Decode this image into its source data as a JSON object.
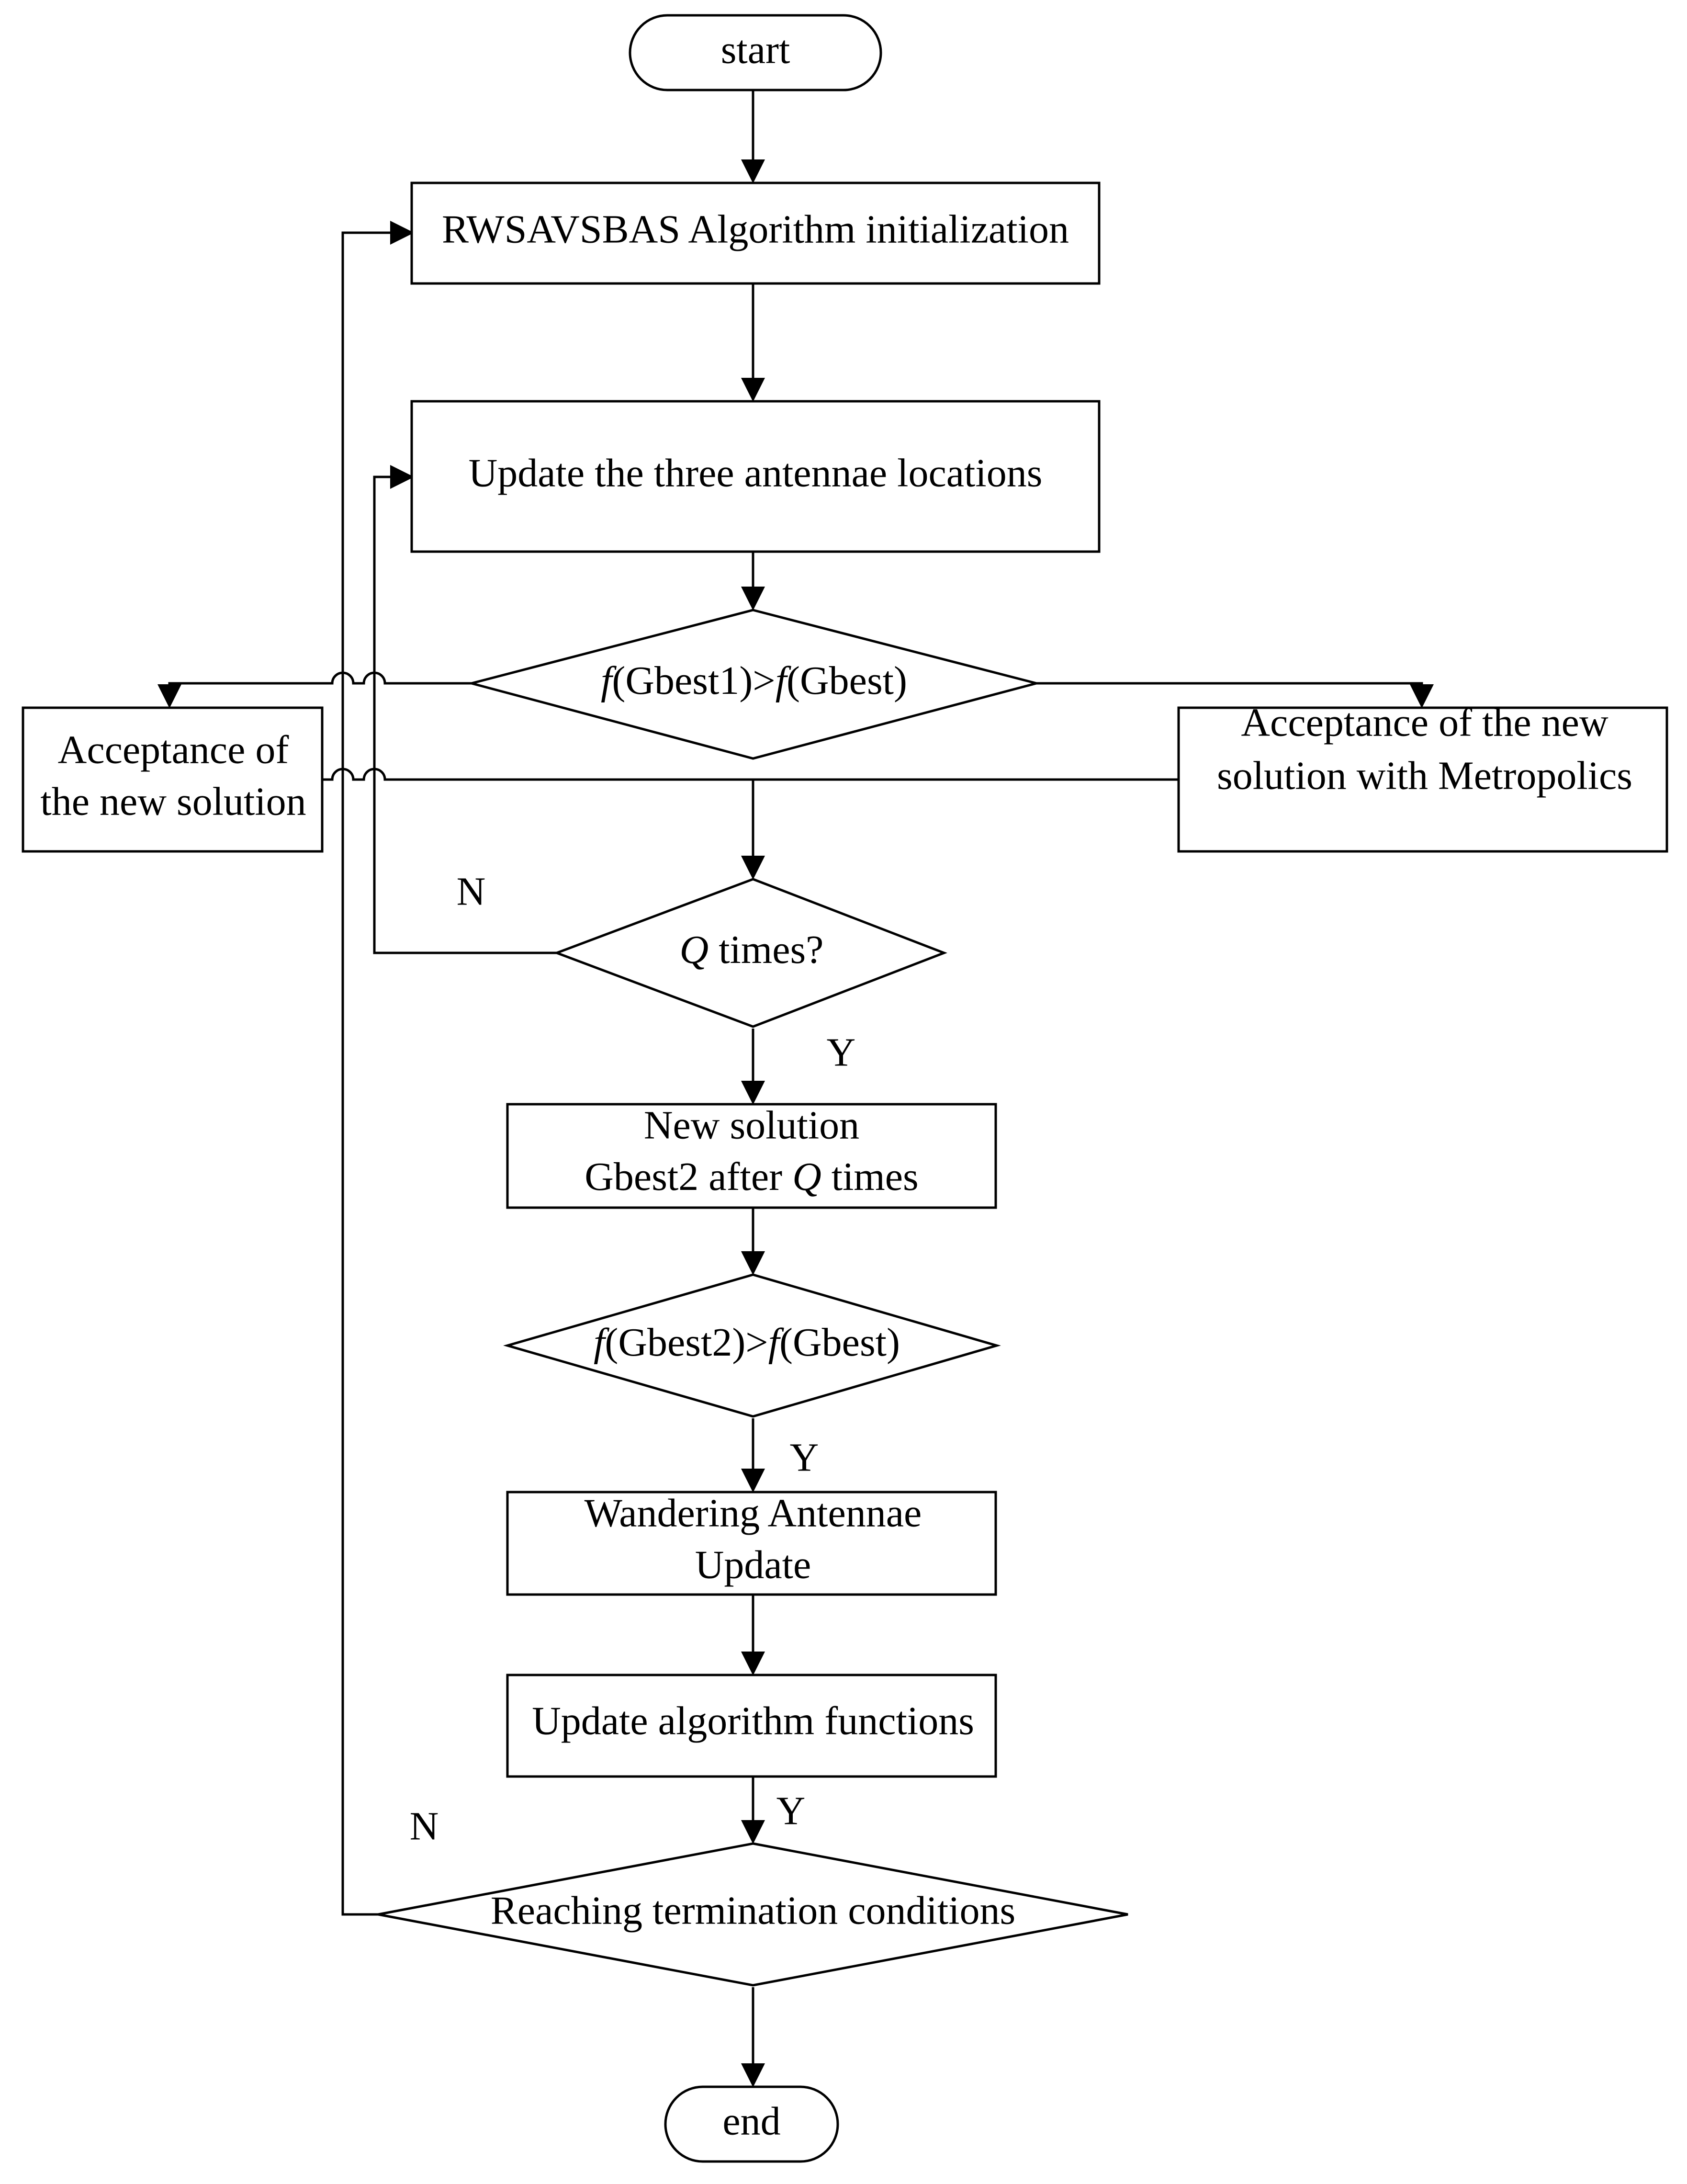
{
  "nodes": {
    "start": {
      "text": "start"
    },
    "init": {
      "text": "RWSAVSBAS Algorithm initialization"
    },
    "update_antennae": {
      "text": "Update the three antennae locations"
    },
    "decision_gbest1": {
      "pre": "f",
      "mid": "(Gbest1)>",
      "f2": "f",
      "post": "(Gbest)"
    },
    "accept_left": {
      "line1": "Acceptance of",
      "line2": "the new solution"
    },
    "accept_right": {
      "line1": "Acceptance of the new",
      "line2": "solution with Metropolics"
    },
    "decision_q": {
      "q": "Q",
      "rest": " times?"
    },
    "new_solution": {
      "line1": "New solution",
      "line2_pre": "Gbest2 after ",
      "line2_q": "Q",
      "line2_post": " times"
    },
    "decision_gbest2": {
      "pre": "f",
      "mid": "(Gbest2)>",
      "f2": "f",
      "post": "(Gbest)"
    },
    "wandering": {
      "line1": "Wandering Antennae",
      "line2": "Update"
    },
    "update_functions": {
      "text": "Update algorithm functions"
    },
    "termination": {
      "text": "Reaching termination conditions"
    },
    "end": {
      "text": "end"
    }
  },
  "edge_labels": {
    "q_no": "N",
    "q_yes": "Y",
    "gbest2_yes": "Y",
    "functions_yes": "Y",
    "term_no": "N"
  },
  "colors": {
    "stroke": "#000000",
    "fill": "#ffffff",
    "text": "#000000"
  }
}
